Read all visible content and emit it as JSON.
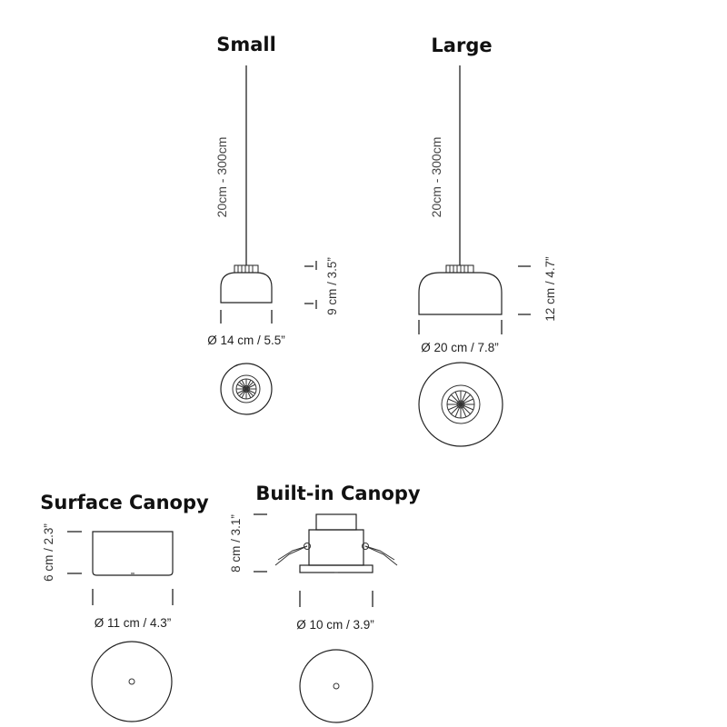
{
  "pendants": {
    "small": {
      "title": "Small",
      "cord_length": "20cm - 300cm",
      "height": "9 cm / 3.5”",
      "diameter": "Ø 14 cm / 5.5”"
    },
    "large": {
      "title": "Large",
      "cord_length": "20cm - 300cm",
      "height": "12 cm / 4.7”",
      "diameter": "Ø 20 cm / 7.8”"
    }
  },
  "canopies": {
    "surface": {
      "title": "Surface Canopy",
      "height": "6 cm / 2.3”",
      "diameter": "Ø 11 cm / 4.3”"
    },
    "built_in": {
      "title": "Built-in Canopy",
      "height": "8 cm / 3.1”",
      "diameter": "Ø 10 cm / 3.9”"
    }
  },
  "colors": {
    "line": "#222222",
    "background": "#ffffff"
  }
}
